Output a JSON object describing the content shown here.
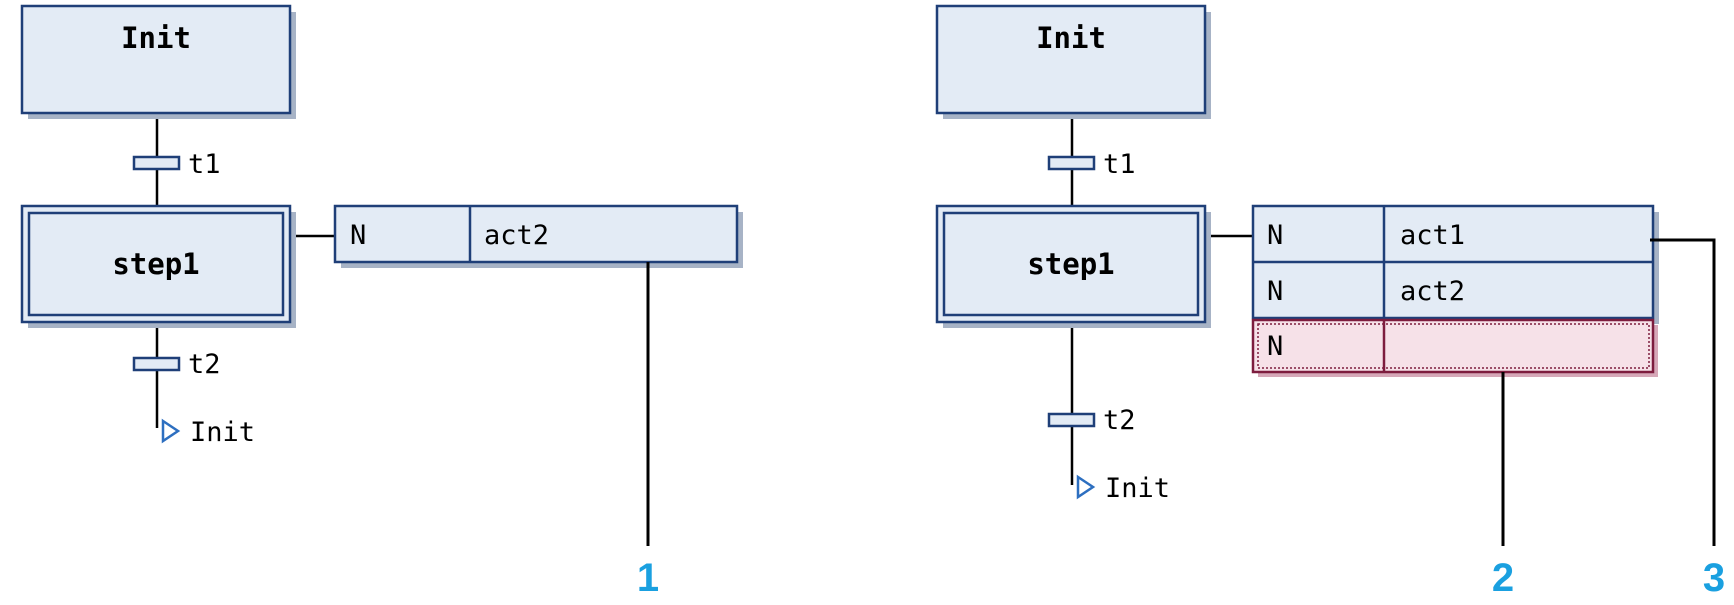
{
  "colors": {
    "box_fill": "#e3ebf5",
    "box_border": "#1f3f78",
    "box_shadow": "#a7b3c6",
    "line": "#000000",
    "new_action_fill": "#f6e1e8",
    "new_action_border": "#7d1d3e",
    "callout": "#1aa0e0",
    "jump_arrow": "#2d6fc0"
  },
  "left_diagram": {
    "initial_step": "Init",
    "transition_1": "t1",
    "step": "step1",
    "transition_2": "t2",
    "jump_target": "Init",
    "actions": [
      {
        "qualifier": "N",
        "name": "act2"
      }
    ],
    "callout": "1"
  },
  "right_diagram": {
    "initial_step": "Init",
    "transition_1": "t1",
    "step": "step1",
    "transition_2": "t2",
    "jump_target": "Init",
    "actions": [
      {
        "qualifier": "N",
        "name": "act1"
      },
      {
        "qualifier": "N",
        "name": "act2"
      },
      {
        "qualifier": "N",
        "name": ""
      }
    ],
    "callouts": [
      "2",
      "3"
    ]
  }
}
